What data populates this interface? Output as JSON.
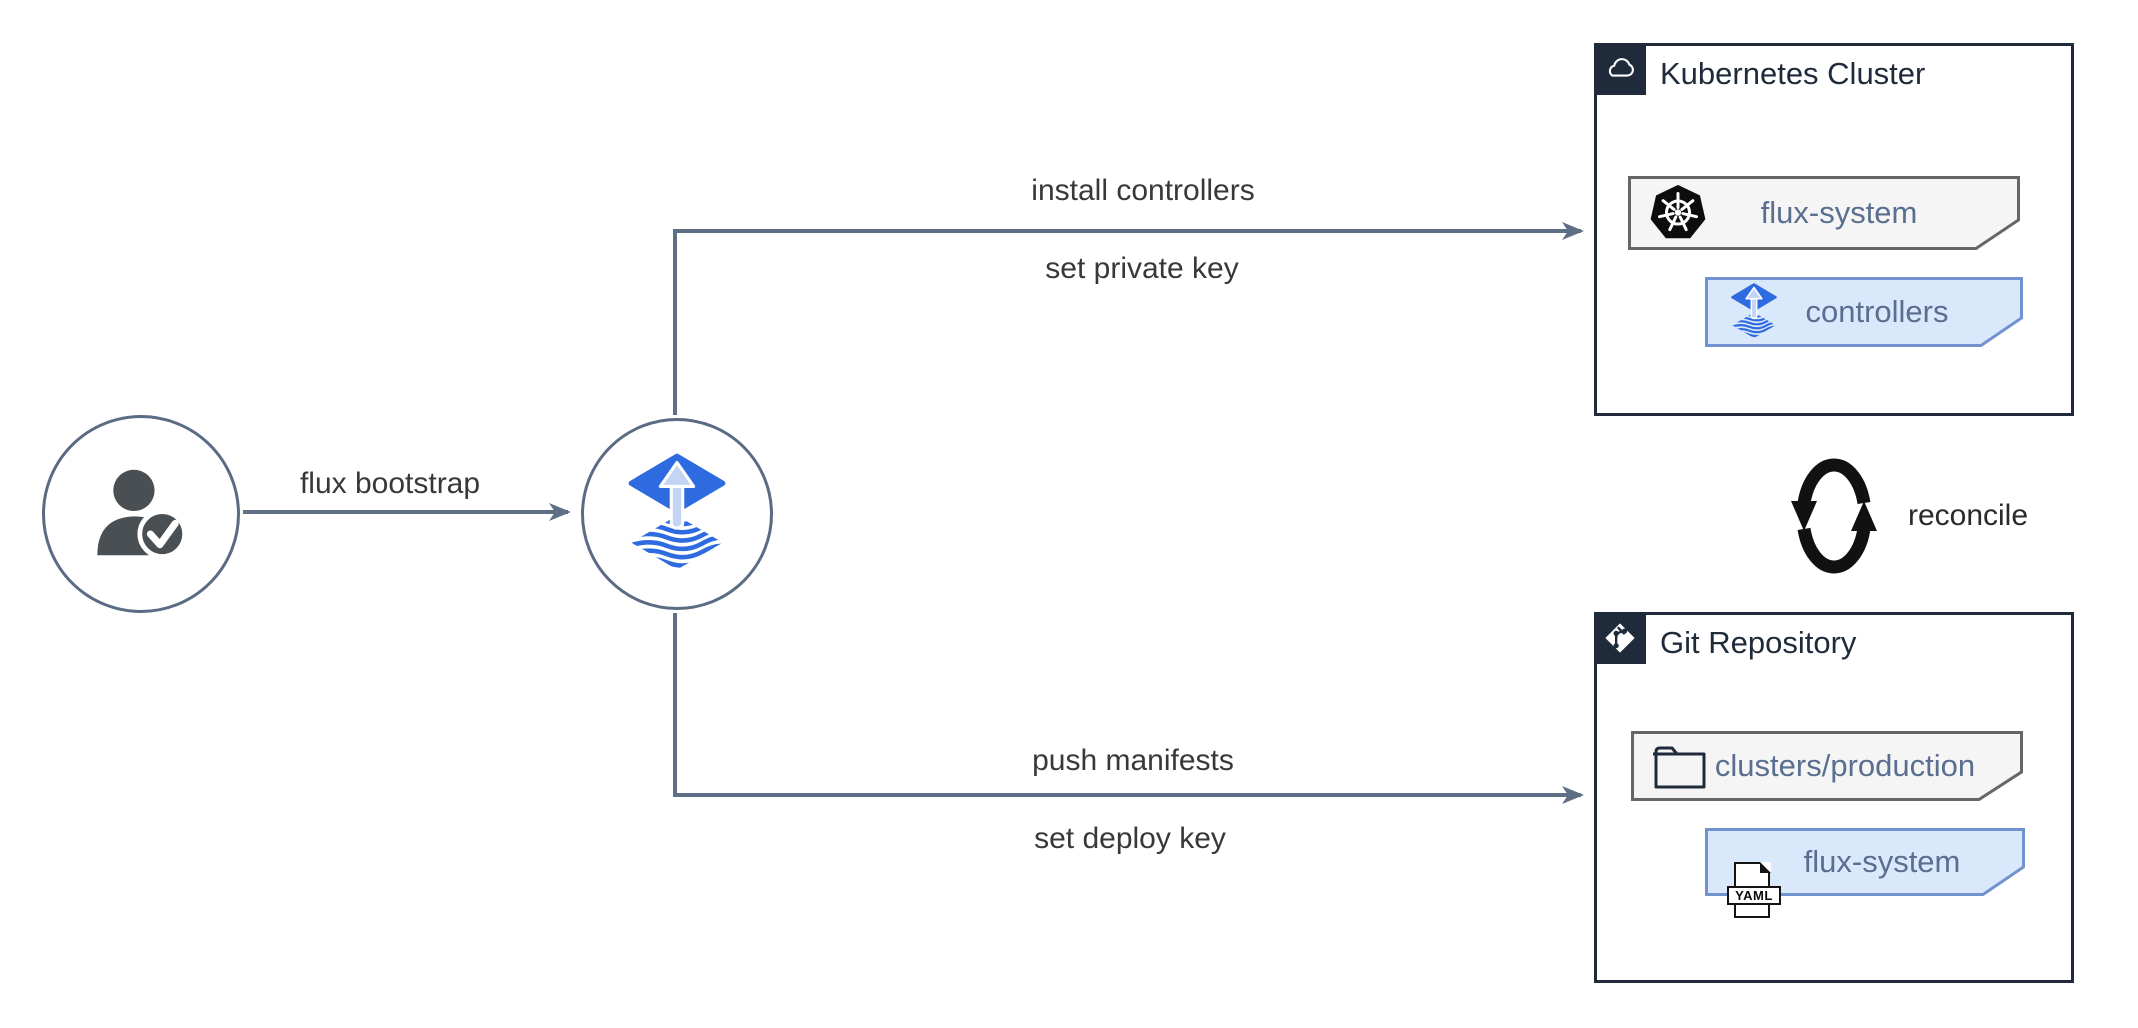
{
  "diagram": {
    "actor_label": "flux bootstrap",
    "edges": {
      "top": {
        "label_above": "install controllers",
        "label_below": "set private key"
      },
      "bottom": {
        "label_above": "push manifests",
        "label_below": "set deploy key"
      },
      "reconcile_label": "reconcile"
    },
    "kubernetes_cluster": {
      "title": "Kubernetes Cluster",
      "badge_icon": "cloud-icon",
      "nodes": [
        {
          "label": "flux-system",
          "icon": "kubernetes-icon",
          "variant": "gray"
        },
        {
          "label": "controllers",
          "icon": "flux-icon",
          "variant": "blue"
        }
      ]
    },
    "git_repository": {
      "title": "Git Repository",
      "badge_icon": "git-icon",
      "nodes": [
        {
          "label": "clusters/production",
          "icon": "folder-icon",
          "variant": "gray"
        },
        {
          "label": "flux-system",
          "icon": "yaml-file-icon",
          "variant": "blue"
        }
      ]
    },
    "yaml_badge_text": "YAML",
    "colors": {
      "connector": "#5d6e85",
      "container_border": "#1f2b3a",
      "badge_background": "#1f2b3a",
      "node_gray_fill": "#f5f5f5",
      "node_gray_border": "#666666",
      "node_blue_fill": "#dae8fc",
      "node_blue_border": "#7191cf",
      "node_label_text": "#5a6f8f",
      "flux_blue": "#2f6be0",
      "flux_arrow_light": "#c3d4f4",
      "reconcile_black": "#111111"
    }
  }
}
